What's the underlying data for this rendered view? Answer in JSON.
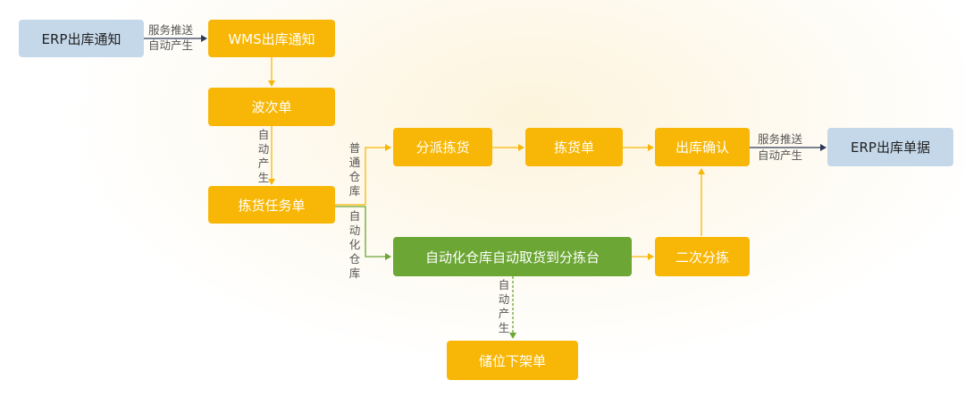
{
  "nodes": {
    "erp_outbound_notice": "ERP出库通知",
    "wms_outbound_notice": "WMS出库通知",
    "wave_order": "波次单",
    "picking_task": "拣货任务单",
    "dispatch_picking": "分派拣货",
    "picking_order": "拣货单",
    "outbound_confirm": "出库确认",
    "erp_outbound_doc": "ERP出库单据",
    "auto_warehouse_pick": "自动化仓库自动取货到分拣台",
    "secondary_sort": "二次分拣",
    "bin_unshelve": "储位下架单"
  },
  "labels": {
    "push_top_1": "服务推送",
    "push_top_2": "自动产生",
    "auto_gen_wave": "自动产生",
    "normal_warehouse": "普通仓库",
    "auto_warehouse": "自动化仓库",
    "push_right_1": "服务推送",
    "push_right_2": "自动产生",
    "auto_gen_bin": "自动产生"
  },
  "colors": {
    "process": "#f8b706",
    "automation": "#6ca634",
    "system": "#c5d8ea",
    "arrow_orange": "#f8b706",
    "arrow_green": "#6ca634",
    "arrow_dark": "#2b3a55"
  }
}
